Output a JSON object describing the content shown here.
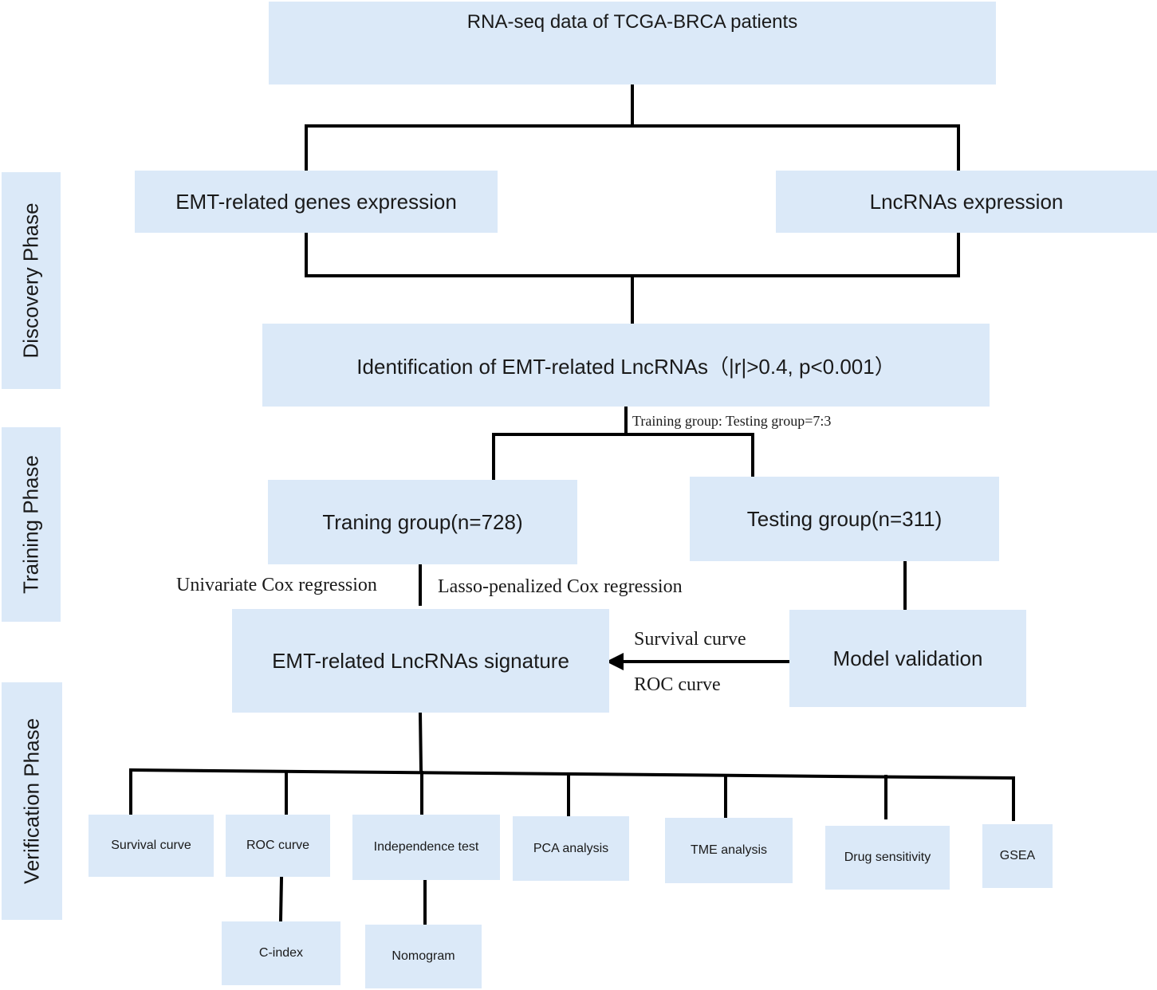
{
  "phases": {
    "discovery": "Discovery Phase",
    "training": "Training Phase",
    "verification": "Verification Phase"
  },
  "nodes": {
    "rnaseq": "RNA-seq data of TCGA-BRCA patients",
    "emt_genes": "EMT-related genes expression",
    "lncrnas": "LncRNAs expression",
    "identification": "Identification of EMT-related LncRNAs（|r|>0.4, p<0.001）",
    "training_group": "Traning group(n=728)",
    "testing_group": "Testing group(n=311)",
    "signature": "EMT-related LncRNAs signature",
    "model_validation": "Model validation",
    "survival_curve": "Survival curve",
    "roc_curve": "ROC curve",
    "independence_test": "Independence test",
    "pca_analysis": "PCA analysis",
    "tme_analysis": "TME analysis",
    "drug_sensitivity": "Drug sensitivity",
    "gsea": "GSEA",
    "c_index": "C-index",
    "nomogram": "Nomogram"
  },
  "edge_labels": {
    "split_ratio": "Training group: Testing group=7:3",
    "univariate": "Univariate Cox regression",
    "lasso": "Lasso-penalized Cox regression",
    "survival": "Survival curve",
    "roc": "ROC curve"
  },
  "colors": {
    "box_fill": "#dbe9f8",
    "line": "#000000",
    "text": "#1a1a1a"
  }
}
